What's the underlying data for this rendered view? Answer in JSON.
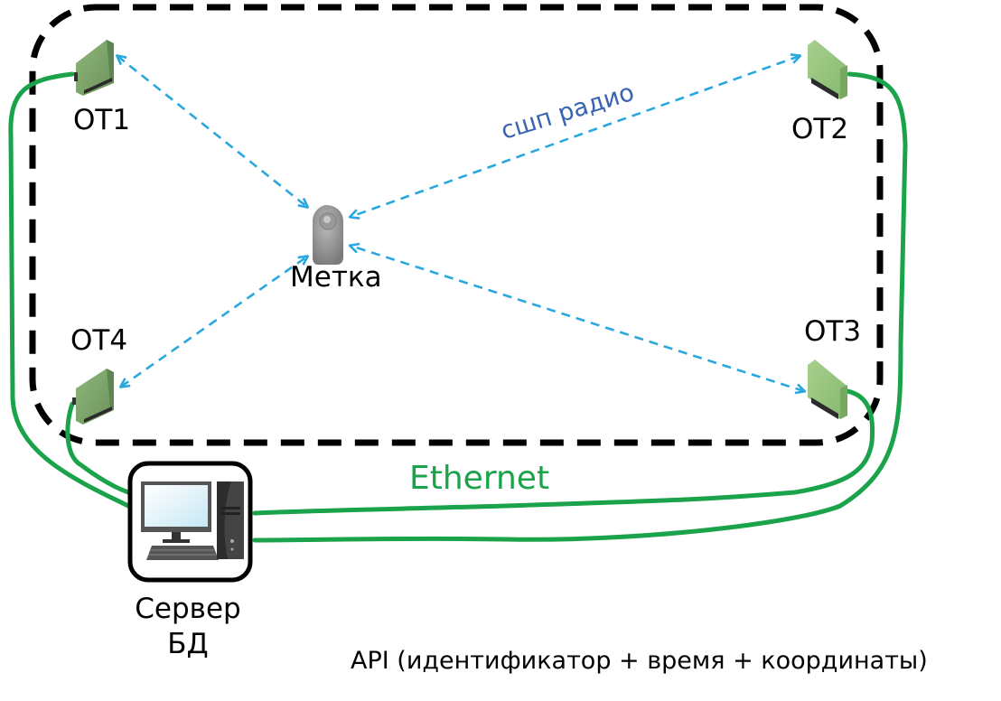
{
  "diagram": {
    "zone_border_style": "dashed",
    "colors": {
      "ethernet": "#1aa34a",
      "radio_link": "#2aa8de",
      "radio_text": "#3a63b0",
      "anchor_body": "#7da56b",
      "zone_border": "#000000"
    },
    "anchors": [
      {
        "id": "OT1",
        "label": "OT1",
        "icon": "anchor-device-icon"
      },
      {
        "id": "OT2",
        "label": "OT2",
        "icon": "anchor-device-icon"
      },
      {
        "id": "OT3",
        "label": "OT3",
        "icon": "anchor-device-icon"
      },
      {
        "id": "OT4",
        "label": "OT4",
        "icon": "anchor-device-icon"
      }
    ],
    "tag": {
      "label": "Метка",
      "icon": "tag-device-icon"
    },
    "server": {
      "label_line1": "Сервер",
      "label_line2": "БД",
      "icon": "desktop-computer-icon"
    },
    "radio_label": "сшп радио",
    "ethernet_label": "Ethernet",
    "api_label": "API (идентификатор + время + координаты)",
    "links": [
      {
        "from": "OT1",
        "to": "tag",
        "type": "radio",
        "bidirectional": true
      },
      {
        "from": "OT2",
        "to": "tag",
        "type": "radio",
        "bidirectional": true
      },
      {
        "from": "OT3",
        "to": "tag",
        "type": "radio",
        "bidirectional": true
      },
      {
        "from": "OT4",
        "to": "tag",
        "type": "radio",
        "bidirectional": true
      },
      {
        "from": "OT1",
        "to": "server",
        "type": "ethernet"
      },
      {
        "from": "OT2",
        "to": "server",
        "type": "ethernet"
      },
      {
        "from": "OT3",
        "to": "server",
        "type": "ethernet"
      },
      {
        "from": "OT4",
        "to": "server",
        "type": "ethernet"
      }
    ]
  }
}
